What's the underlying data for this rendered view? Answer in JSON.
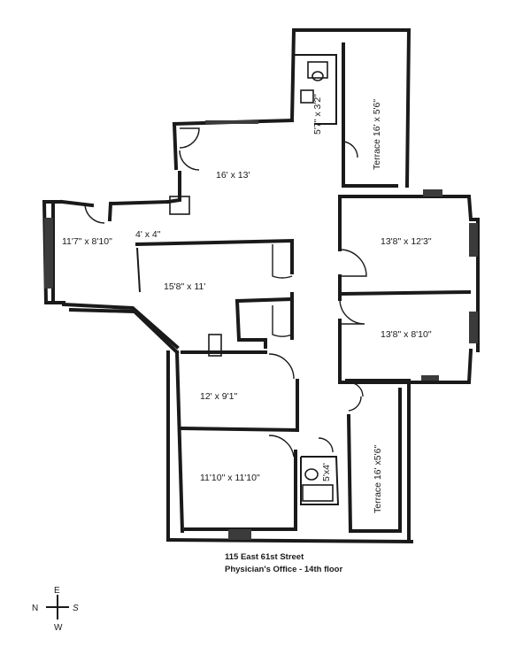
{
  "rooms": {
    "main_hall": "16' x 13'",
    "west_room": "11'7\" x 8'10\"",
    "closet_small": "4' x 4\"",
    "center_room": "15'8\" x 11'",
    "bath_top": "5'7\" x 3'2\"",
    "terrace_top": "Terrace 16' x 5'6\"",
    "east_room_upper": "13'8\" x 12'3\"",
    "east_room_lower": "13'8\" x 8'10\"",
    "room_mid": "12' x 9'1\"",
    "room_bottom": "11'10\" x 11'10\"",
    "bath_bottom": "5'x4'",
    "terrace_bottom": "Terrace  16' x5'6\""
  },
  "caption": {
    "address": "115 East 61st Street",
    "description": "Physician's Office - 14th floor"
  },
  "compass": {
    "north": "N",
    "east": "E",
    "south": "S",
    "west": "W"
  }
}
